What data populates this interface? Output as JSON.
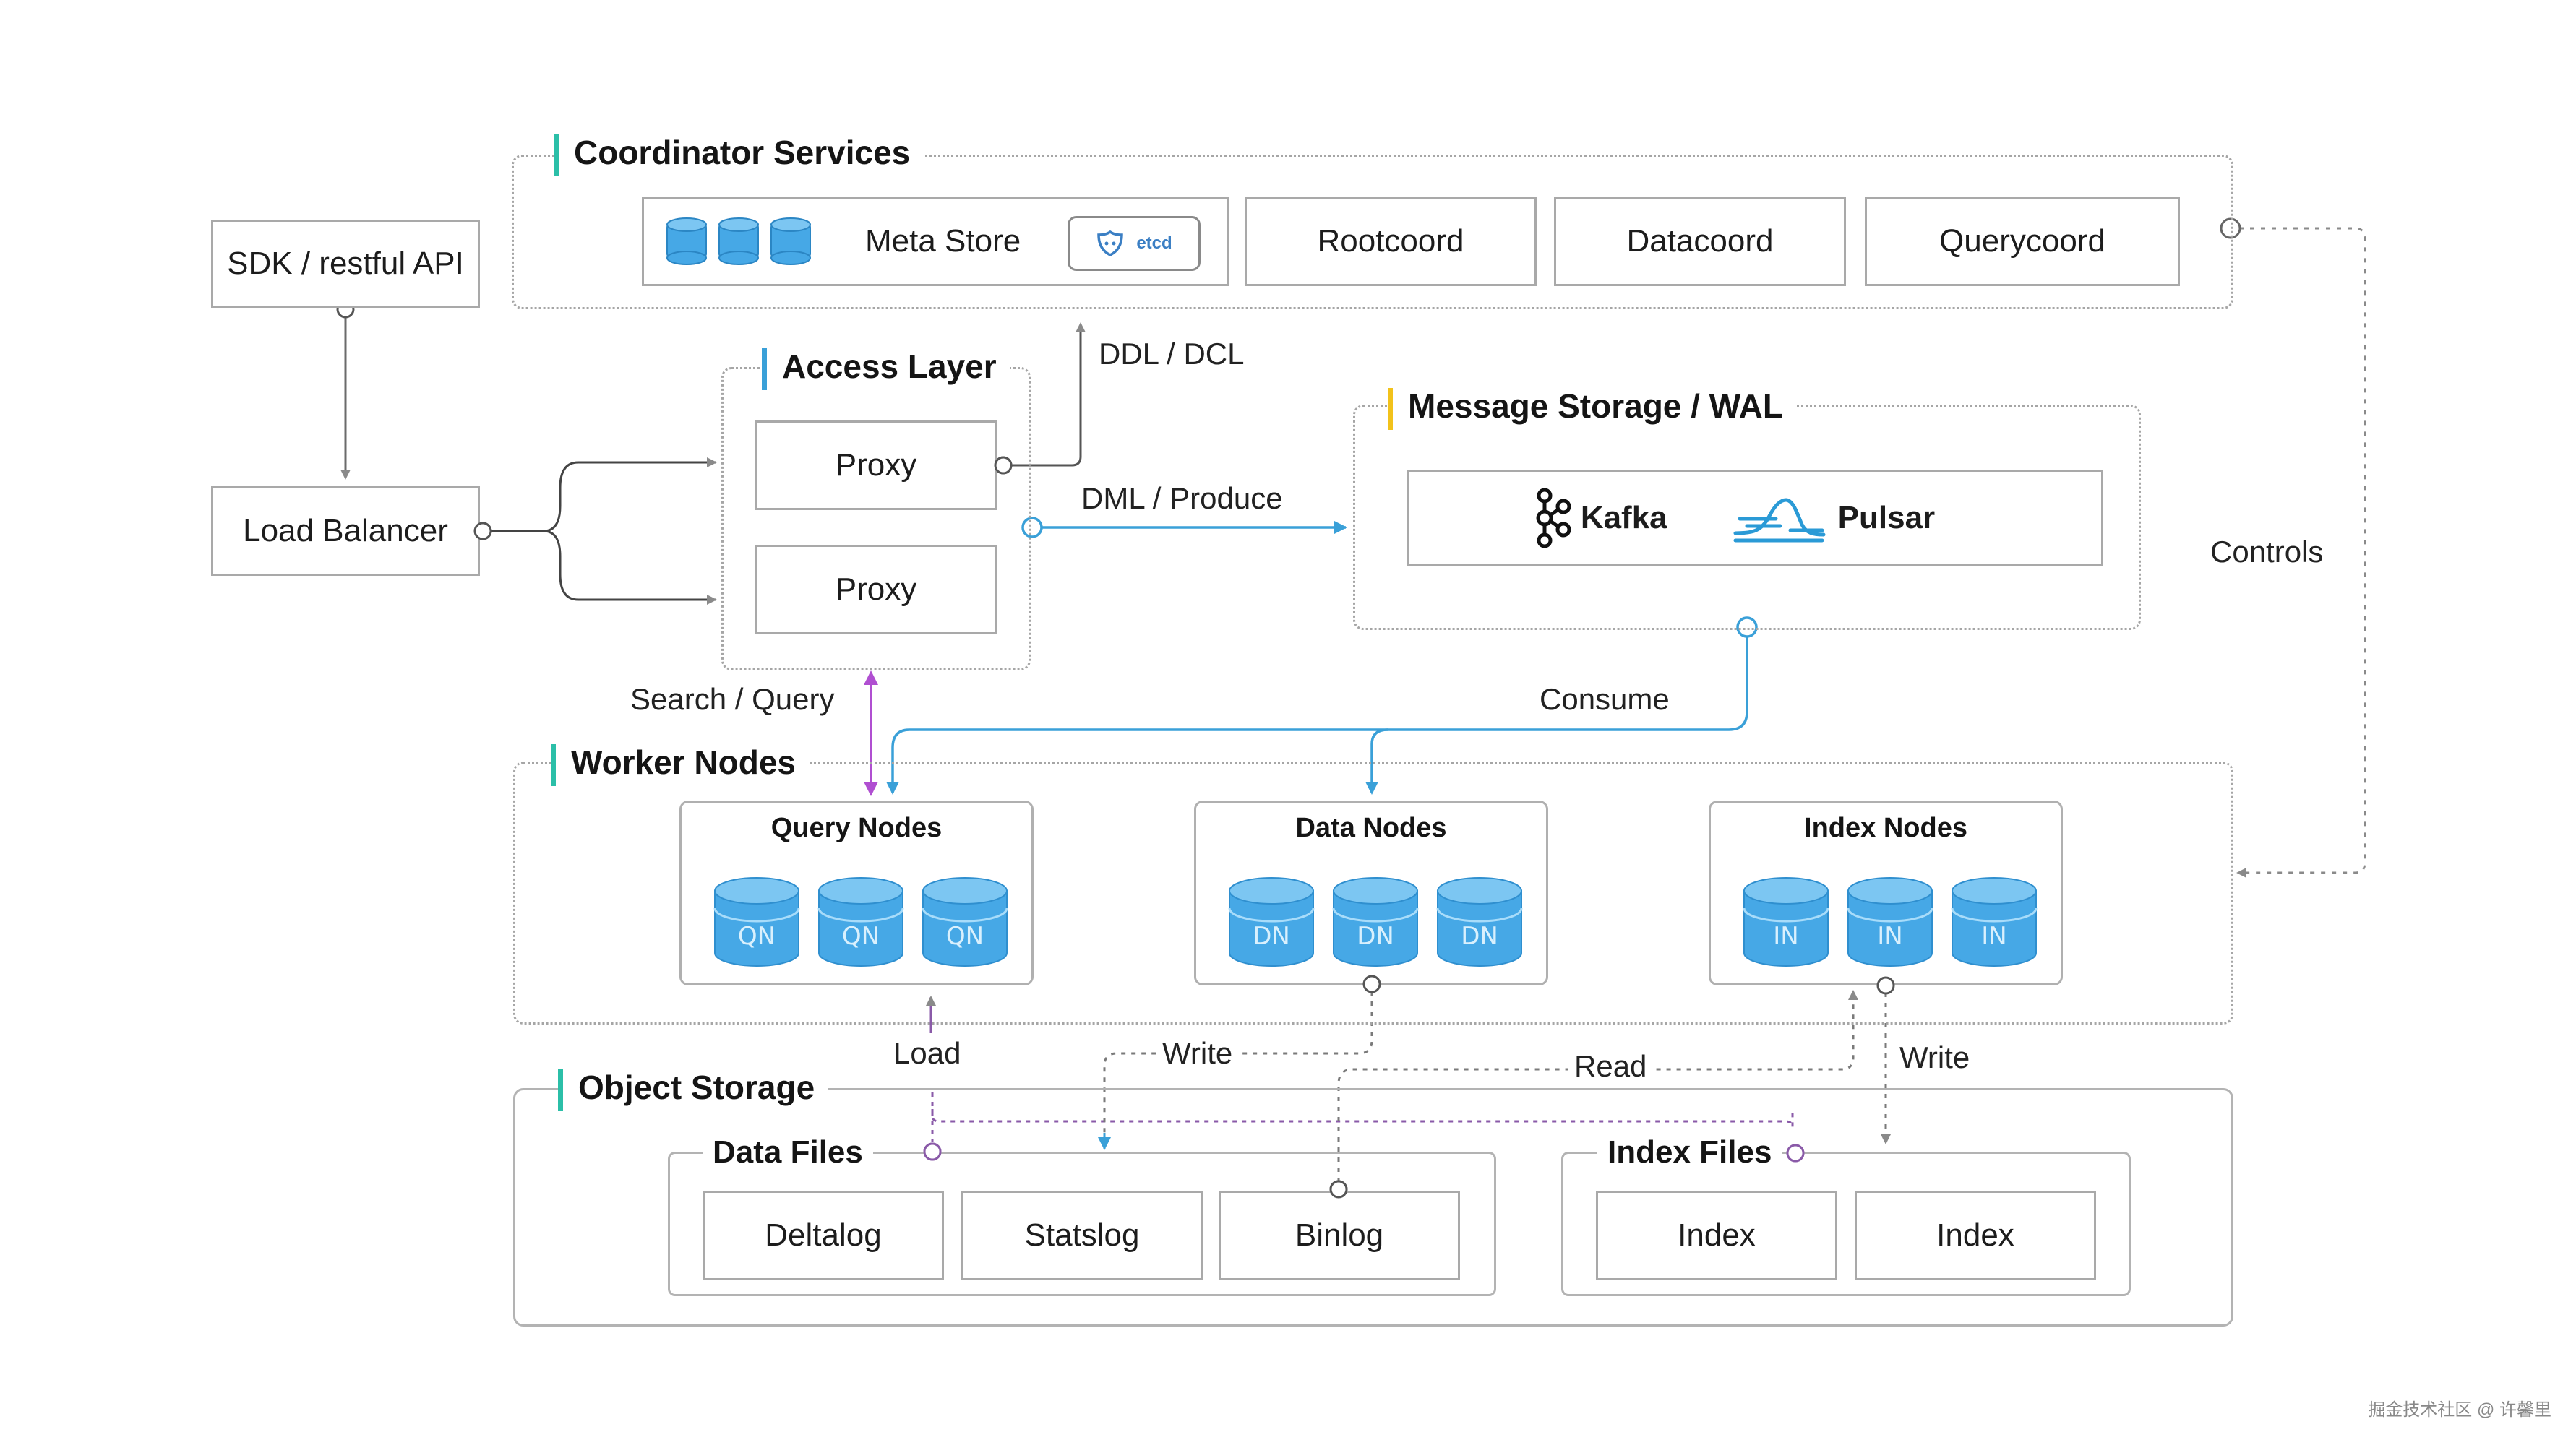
{
  "groups": {
    "coordinator": "Coordinator Services",
    "access": "Access Layer",
    "message": "Message Storage / WAL",
    "worker": "Worker Nodes",
    "object": "Object Storage"
  },
  "sdk": "SDK / restful API",
  "load_balancer": "Load Balancer",
  "meta_store": {
    "label": "Meta Store",
    "badge": "etcd"
  },
  "coords": [
    "Rootcoord",
    "Datacoord",
    "Querycoord"
  ],
  "proxies": [
    "Proxy",
    "Proxy"
  ],
  "mq": {
    "kafka": "Kafka",
    "pulsar": "Pulsar"
  },
  "nodes": {
    "query": {
      "title": "Query Nodes",
      "tag": "QN"
    },
    "data": {
      "title": "Data Nodes",
      "tag": "DN"
    },
    "index": {
      "title": "Index Nodes",
      "tag": "IN"
    }
  },
  "data_files": {
    "title": "Data Files",
    "items": [
      "Deltalog",
      "Statslog",
      "Binlog"
    ]
  },
  "index_files": {
    "title": "Index Files",
    "items": [
      "Index",
      "Index"
    ]
  },
  "edges": {
    "ddl": "DDL / DCL",
    "dml": "DML / Produce",
    "search": "Search / Query",
    "consume": "Consume",
    "controls": "Controls",
    "load": "Load",
    "write1": "Write",
    "read": "Read",
    "write2": "Write"
  },
  "colors": {
    "teal": "#2bbfa8",
    "yellow": "#f2c21b",
    "blue": "#4da6d9",
    "purple": "#b04fd1",
    "cylinder": "#46a8e6"
  },
  "watermark": "掘金技术社区 @ 许馨里"
}
